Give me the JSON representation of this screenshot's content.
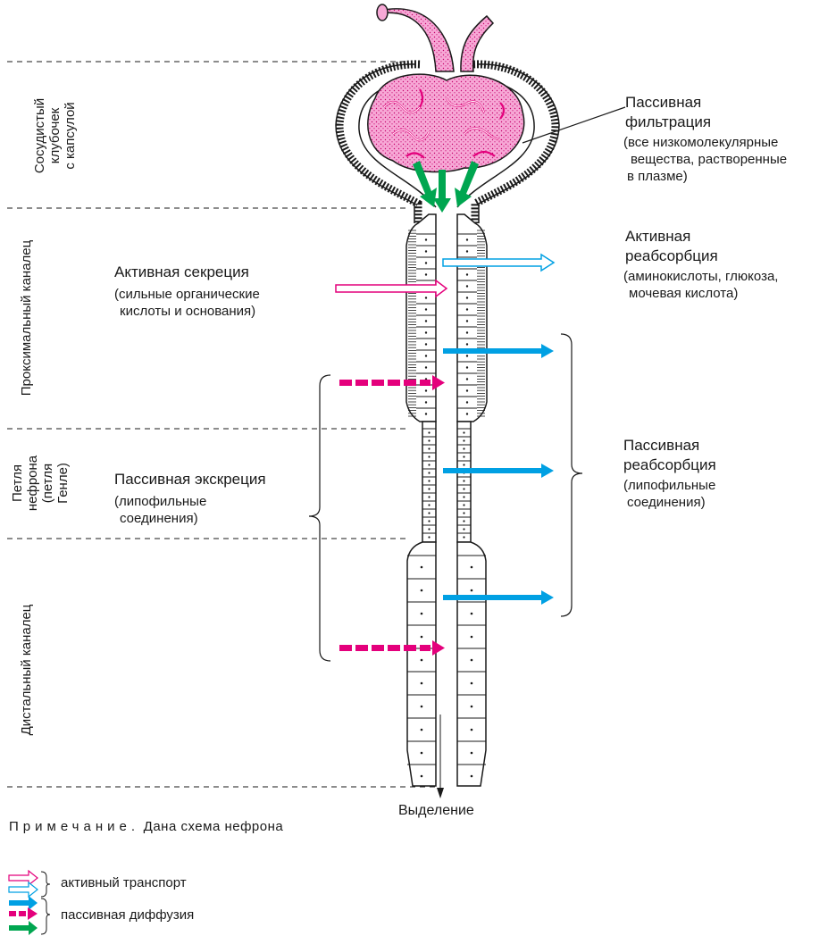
{
  "segments": {
    "glomerulus": [
      "Сосудистый",
      "клубочек",
      "с капсулой"
    ],
    "proximal": "Проксимальный каналец",
    "loop": [
      "Петля",
      "нефрона",
      "(петля",
      "Генле)"
    ],
    "distal": "Дистальный каналец"
  },
  "labels": {
    "passive_filtration": {
      "title": [
        "Пассивная",
        "фильтрация"
      ],
      "detail": [
        "(все низкомолекулярные",
        "вещества, растворенные",
        "в плазме)"
      ]
    },
    "active_reabsorption": {
      "title": [
        "Активная",
        "реабсорбция"
      ],
      "detail": [
        "(аминокислоты, глюкоза,",
        "мочевая кислота)"
      ]
    },
    "active_secretion": {
      "title": "Активная секреция",
      "detail": [
        "(сильные органические",
        "кислоты  и основания)"
      ]
    },
    "passive_excretion": {
      "title": "Пассивная экскреция",
      "detail": [
        "(липофильные",
        "соединения)"
      ]
    },
    "passive_reabsorption": {
      "title": [
        "Пассивная",
        "реабсорбция"
      ],
      "detail": [
        "(липофильные",
        "соединения)"
      ]
    },
    "excretion": "Выделение"
  },
  "note": {
    "prefix": "Примечание.",
    "text": "Дана схема нефрона"
  },
  "legend": {
    "active": "активный транспорт",
    "passive": "пассивная диффузия"
  },
  "colors": {
    "magenta": "#e4007c",
    "cyan": "#00a0e3",
    "green": "#00a650",
    "glomerulus_fill": "#f7a8d6",
    "ink": "#1a1a1a"
  }
}
